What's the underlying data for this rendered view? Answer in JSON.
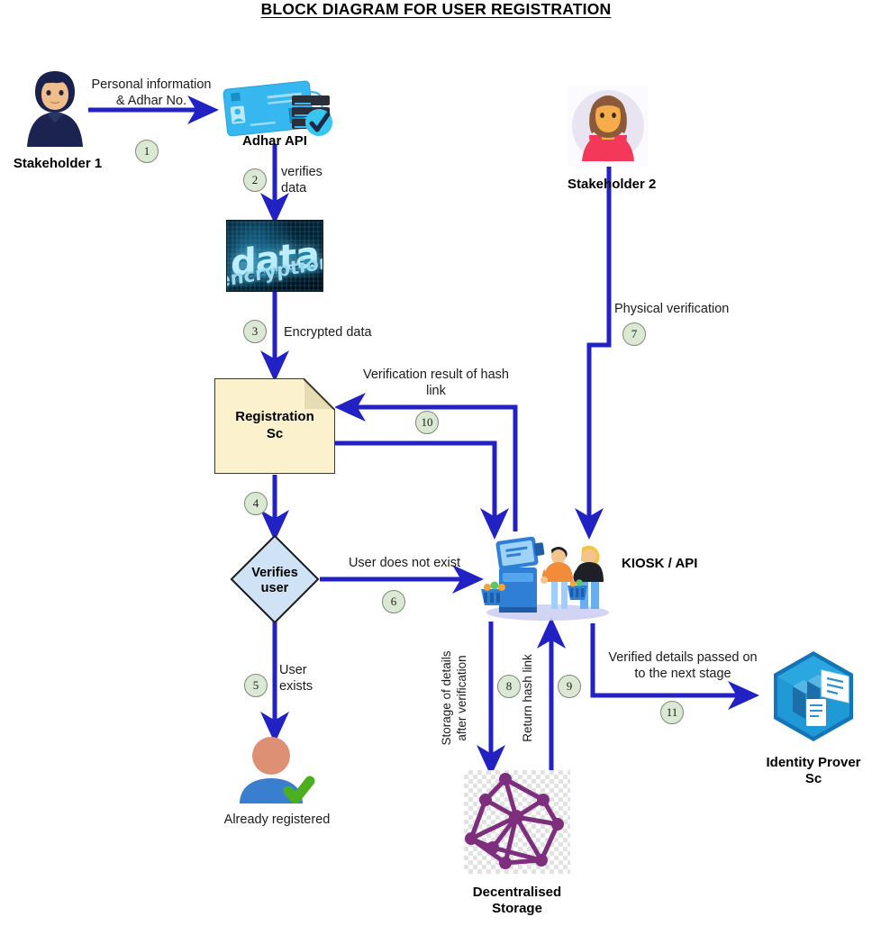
{
  "title": "BLOCK DIAGRAM FOR USER REGISTRATION",
  "nodes": {
    "stakeholder1": {
      "label": "Stakeholder 1",
      "icon": "male-user-avatar-icon"
    },
    "adhar_api": {
      "label": "Adhar API",
      "icon": "id-card-server-check-icon"
    },
    "data_encryption": {
      "label_line1": "data",
      "label_line2": "encryption",
      "icon": "data-encryption-image"
    },
    "registration_sc": {
      "label": "Registration\nSc",
      "shape": "document"
    },
    "verifies_user": {
      "label": "Verifies\nuser",
      "shape": "diamond"
    },
    "already_registered": {
      "label": "Already registered",
      "icon": "user-check-icon"
    },
    "stakeholder2": {
      "label": "Stakeholder 2",
      "icon": "female-user-avatar-icon"
    },
    "kiosk_api": {
      "label": "KIOSK / API",
      "icon": "kiosk-people-icon"
    },
    "decentralised_storage": {
      "label": "Decentralised\nStorage",
      "icon": "network-graph-icon"
    },
    "identity_prover_sc": {
      "label": "Identity Prover\nSc",
      "icon": "hexagon-server-icon"
    }
  },
  "edges": [
    {
      "step": "1",
      "label": "Personal information\n& Adhar No.",
      "from": "stakeholder1",
      "to": "adhar_api"
    },
    {
      "step": "2",
      "label": "verifies\ndata",
      "from": "adhar_api",
      "to": "data_encryption"
    },
    {
      "step": "3",
      "label": "Encrypted data",
      "from": "data_encryption",
      "to": "registration_sc"
    },
    {
      "step": "4",
      "label": "",
      "from": "registration_sc",
      "to": "verifies_user"
    },
    {
      "step": "5",
      "label": "User\nexists",
      "from": "verifies_user",
      "to": "already_registered"
    },
    {
      "step": "6",
      "label": "User does not exist",
      "from": "verifies_user",
      "to": "kiosk_api"
    },
    {
      "step": "7",
      "label": "Physical verification",
      "from": "stakeholder2",
      "to": "kiosk_api"
    },
    {
      "step": "8",
      "label": "Storage of details\nafter verification",
      "from": "kiosk_api",
      "to": "decentralised_storage"
    },
    {
      "step": "9",
      "label": "Return hash link",
      "from": "decentralised_storage",
      "to": "kiosk_api"
    },
    {
      "step": "10",
      "label": "Verification result of hash\nlink",
      "from": "kiosk_api",
      "to": "registration_sc"
    },
    {
      "step": "11",
      "label": "Verified details passed on\nto the next stage",
      "from": "kiosk_api",
      "to": "identity_prover_sc"
    }
  ],
  "colors": {
    "arrow_blue": "#2121c4",
    "step_fill": "#dbe8d4",
    "step_stroke": "#7d8a76",
    "document_fill": "#fbf2cd",
    "diamond_fill": "#cfe2f6",
    "storage_purple": "#7d2f7d",
    "check_green": "#4caf20",
    "identity_blue": "#1a8fd0"
  }
}
